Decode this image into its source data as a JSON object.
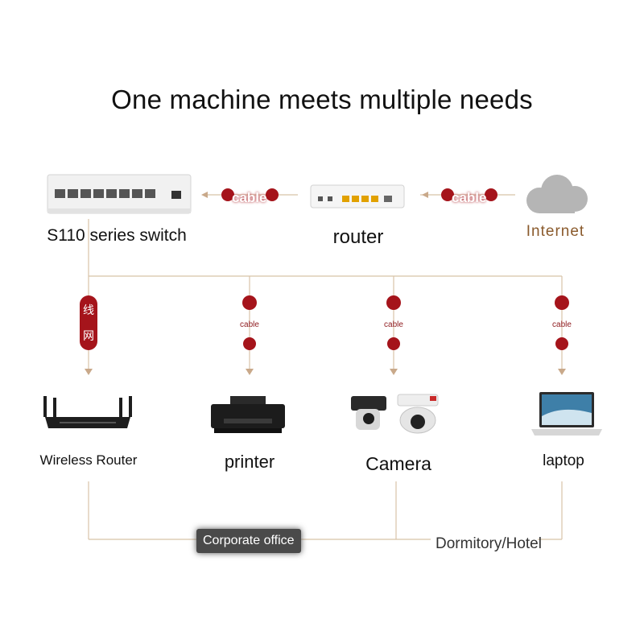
{
  "title": "One machine meets multiple needs",
  "top_row": {
    "switch_label": "S110 series switch",
    "router_label": "router",
    "internet_label": "Internet",
    "cable_label_1": "cable",
    "cable_label_2": "cable"
  },
  "branches": {
    "vertical_label_chars": [
      "网",
      "线"
    ],
    "cable_labels": [
      "cable",
      "cable",
      "cable"
    ]
  },
  "devices": {
    "wireless_router": "Wireless Router",
    "printer": "printer",
    "camera": "Camera",
    "laptop": "laptop"
  },
  "scenarios": {
    "office": "Corporate office",
    "dorm": "Dormitory/Hotel"
  },
  "colors": {
    "accent_red": "#a5141b",
    "line_tan": "#d8c3a8",
    "arrow_tan": "#c9a98a",
    "internet_text": "#8a5a2c",
    "cloud_gray": "#b5b5b5"
  }
}
